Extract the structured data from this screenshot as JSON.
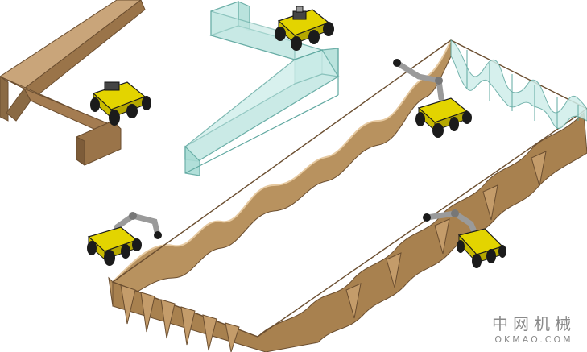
{
  "watermark": {
    "primary": "中网机械",
    "secondary": "OKMAO.COM"
  },
  "colors": {
    "cardboard": "#b08a5e",
    "cardboard_dark": "#7e5f3d",
    "cardboard_light": "#d2b089",
    "glass": "#bfe6e0",
    "glass_edge": "#5fa8a0",
    "robot_body": "#e3d400",
    "robot_dark": "#1b1b1b",
    "arm": "#9a9a9a"
  },
  "scene": {
    "objects": [
      {
        "name": "cardboard-corner-wall",
        "material": "cardboard"
      },
      {
        "name": "glass-corner-wall",
        "material": "glass"
      },
      {
        "name": "wavy-cardboard-enclosure",
        "material": "cardboard"
      },
      {
        "name": "wavy-glass-panel",
        "material": "glass"
      }
    ],
    "robots": [
      {
        "name": "robot-top-center",
        "arm": false
      },
      {
        "name": "robot-left-wall",
        "arm": false
      },
      {
        "name": "robot-arm-upper",
        "arm": true
      },
      {
        "name": "robot-arm-left",
        "arm": true
      },
      {
        "name": "robot-arm-right",
        "arm": true
      }
    ]
  }
}
